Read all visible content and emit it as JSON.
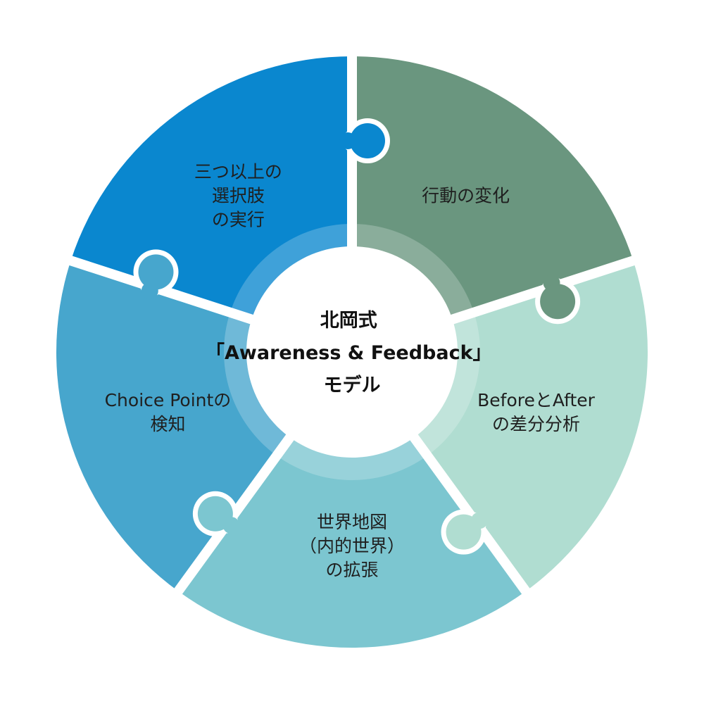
{
  "center": {
    "lines": [
      "北岡式",
      "「Awareness & Feedback」",
      "モデル"
    ]
  },
  "segments": [
    {
      "id": "behavior",
      "lines": [
        "行動の変化"
      ],
      "color": "#6a967f"
    },
    {
      "id": "before-after",
      "lines": [
        "BeforeとAfter",
        "の差分分析"
      ],
      "color": "#b0ddd1"
    },
    {
      "id": "world-map",
      "lines": [
        "世界地図",
        "（内的世界）",
        "の拡張"
      ],
      "color": "#7cc6d0"
    },
    {
      "id": "choice-point",
      "lines": [
        "Choice Pointの",
        "検知"
      ],
      "color": "#47a6cd"
    },
    {
      "id": "options",
      "lines": [
        "三つ以上の",
        "選択肢",
        "の実行"
      ],
      "color": "#0a87cf"
    }
  ],
  "colors": {
    "gap": "#ffffff",
    "hub": "#ffffff"
  }
}
